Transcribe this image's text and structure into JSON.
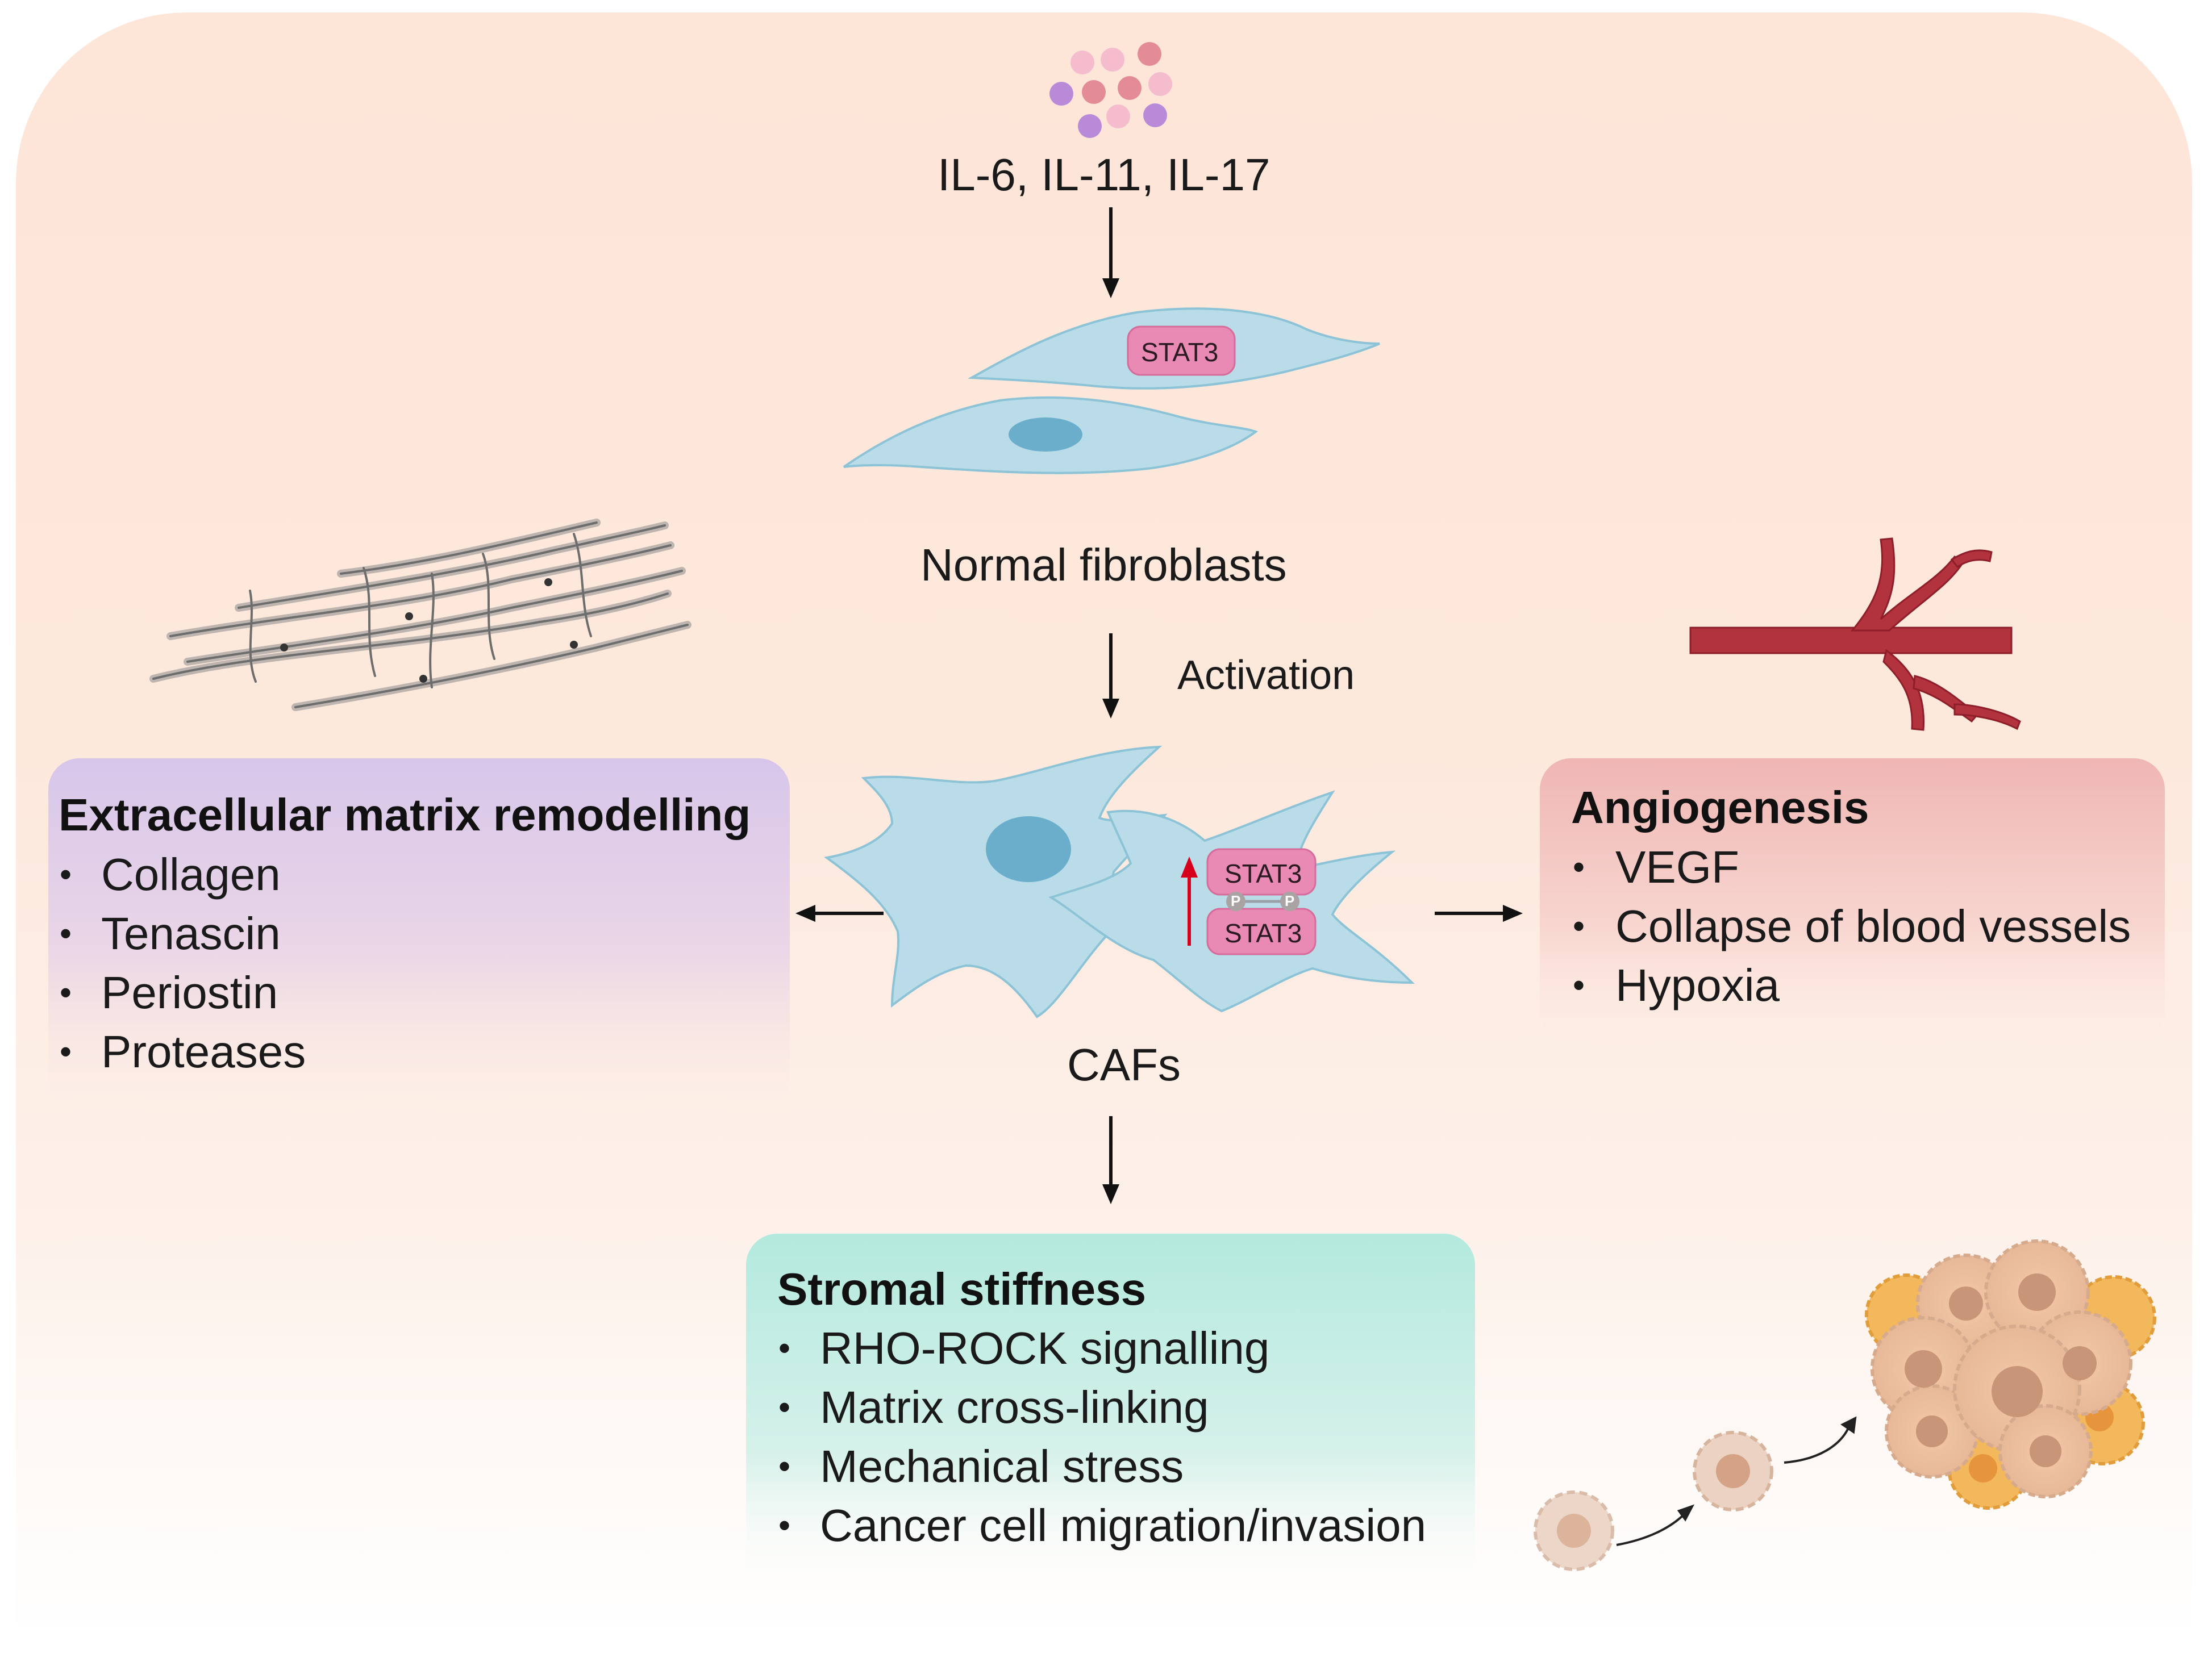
{
  "cytokines": "IL-6, IL-11, IL-17",
  "stat3_label": "STAT3",
  "phospho_label": "P",
  "normal_fibroblasts": "Normal fibroblasts",
  "activation": "Activation",
  "cafs": "CAFs",
  "ecm": {
    "title": "Extracellular matrix remodelling",
    "items": [
      "Collagen",
      "Tenascin",
      "Periostin",
      "Proteases"
    ]
  },
  "angio": {
    "title": "Angiogenesis",
    "items": [
      "VEGF",
      "Collapse of blood vessels",
      "Hypoxia"
    ]
  },
  "stroma": {
    "title": "Stromal stiffness",
    "items": [
      "RHO-ROCK signalling",
      "Matrix cross-linking",
      "Mechanical stress",
      "Cancer cell migration/invasion"
    ]
  },
  "colors": {
    "background": "#fde6d8",
    "cell_fill": "#b9dce8",
    "cell_stroke": "#8dc3d6",
    "nucleus": "#6aaecb",
    "stat3": "#e98ab4",
    "vessel": "#b2323d",
    "ecm_panel": "#dccbea",
    "angio_panel": "#f0c0c0",
    "stroma_panel": "#b8e8dc",
    "up_arrow": "#d6001c"
  }
}
